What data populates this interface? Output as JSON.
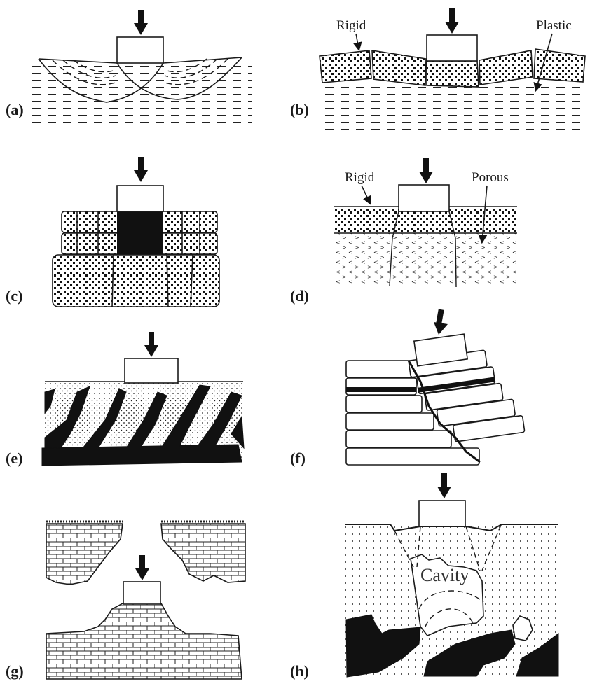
{
  "figure": {
    "panels": [
      {
        "id": "a",
        "label": "(a)",
        "annotations": []
      },
      {
        "id": "b",
        "label": "(b)",
        "annotations": [
          "Rigid",
          "Plastic"
        ]
      },
      {
        "id": "c",
        "label": "(c)",
        "annotations": []
      },
      {
        "id": "d",
        "label": "(d)",
        "annotations": [
          "Rigid",
          "Porous"
        ]
      },
      {
        "id": "e",
        "label": "(e)",
        "annotations": []
      },
      {
        "id": "f",
        "label": "(f)",
        "annotations": []
      },
      {
        "id": "g",
        "label": "(g)",
        "annotations": []
      },
      {
        "id": "h",
        "label": "(h)",
        "annotations": [
          "Cavity"
        ]
      }
    ]
  }
}
